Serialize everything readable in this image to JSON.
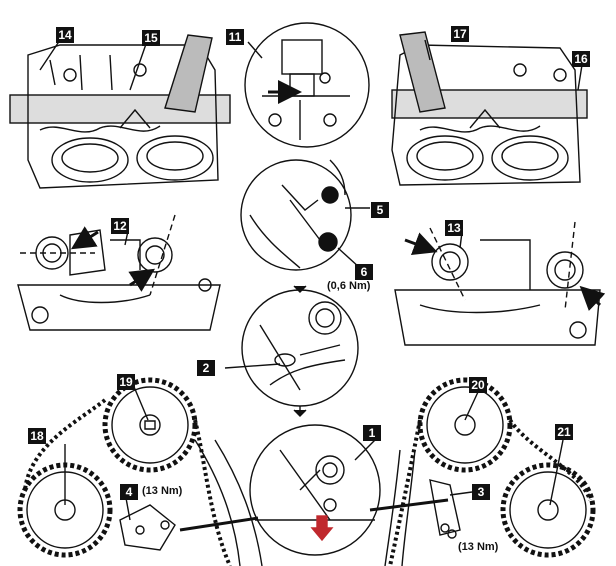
{
  "callouts": {
    "c1": "1",
    "c2": "2",
    "c3": "3",
    "c4": "4",
    "c5": "5",
    "c6": "6",
    "c11": "11",
    "c12": "12",
    "c13": "13",
    "c14": "14",
    "c15": "15",
    "c16": "16",
    "c17": "17",
    "c18": "18",
    "c19": "19",
    "c20": "20",
    "c21": "21"
  },
  "torques": {
    "t6": "(0,6 Nm)",
    "t4": "(13 Nm)",
    "t3": "(13 Nm)"
  },
  "colors": {
    "ink": "#111111",
    "callout_bg": "#111111",
    "callout_text": "#ffffff",
    "highlight_arrow": "#c0282d"
  }
}
